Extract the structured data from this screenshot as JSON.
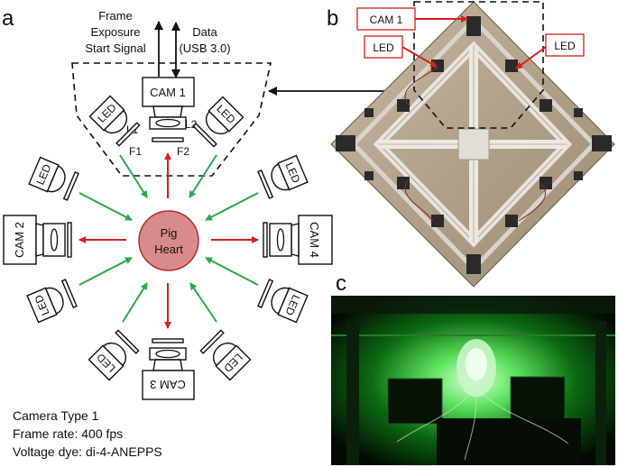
{
  "panel_labels": {
    "a": "a",
    "b": "b",
    "c": "c"
  },
  "signals": {
    "trigger_line1": "Frame",
    "trigger_line2": "Exposure",
    "trigger_line3": "Start Signal",
    "data_line1": "Data",
    "data_line2": "(USB 3.0)"
  },
  "cameras": {
    "cam1": "CAM 1",
    "cam2": "CAM 2",
    "cam3": "CAM 3",
    "cam4": "CAM 4"
  },
  "led_label": "LED",
  "optics": {
    "l1": "L1",
    "l2": "L2",
    "f1": "F1",
    "f2": "F2"
  },
  "heart": {
    "line1": "Pig",
    "line2": "Heart"
  },
  "info": {
    "line1": "Camera Type 1",
    "line2": "Frame rate: 400 fps",
    "line3": "Voltage dye: di-4-ANEPPS"
  },
  "photo_callouts": {
    "cam": "CAM 1",
    "led_left": "LED",
    "led_right": "LED"
  },
  "colors": {
    "green_arrow": "#2aa84a",
    "red_arrow": "#d42020",
    "heart_fill": "#d98a8a",
    "heart_stroke": "#b03030"
  }
}
